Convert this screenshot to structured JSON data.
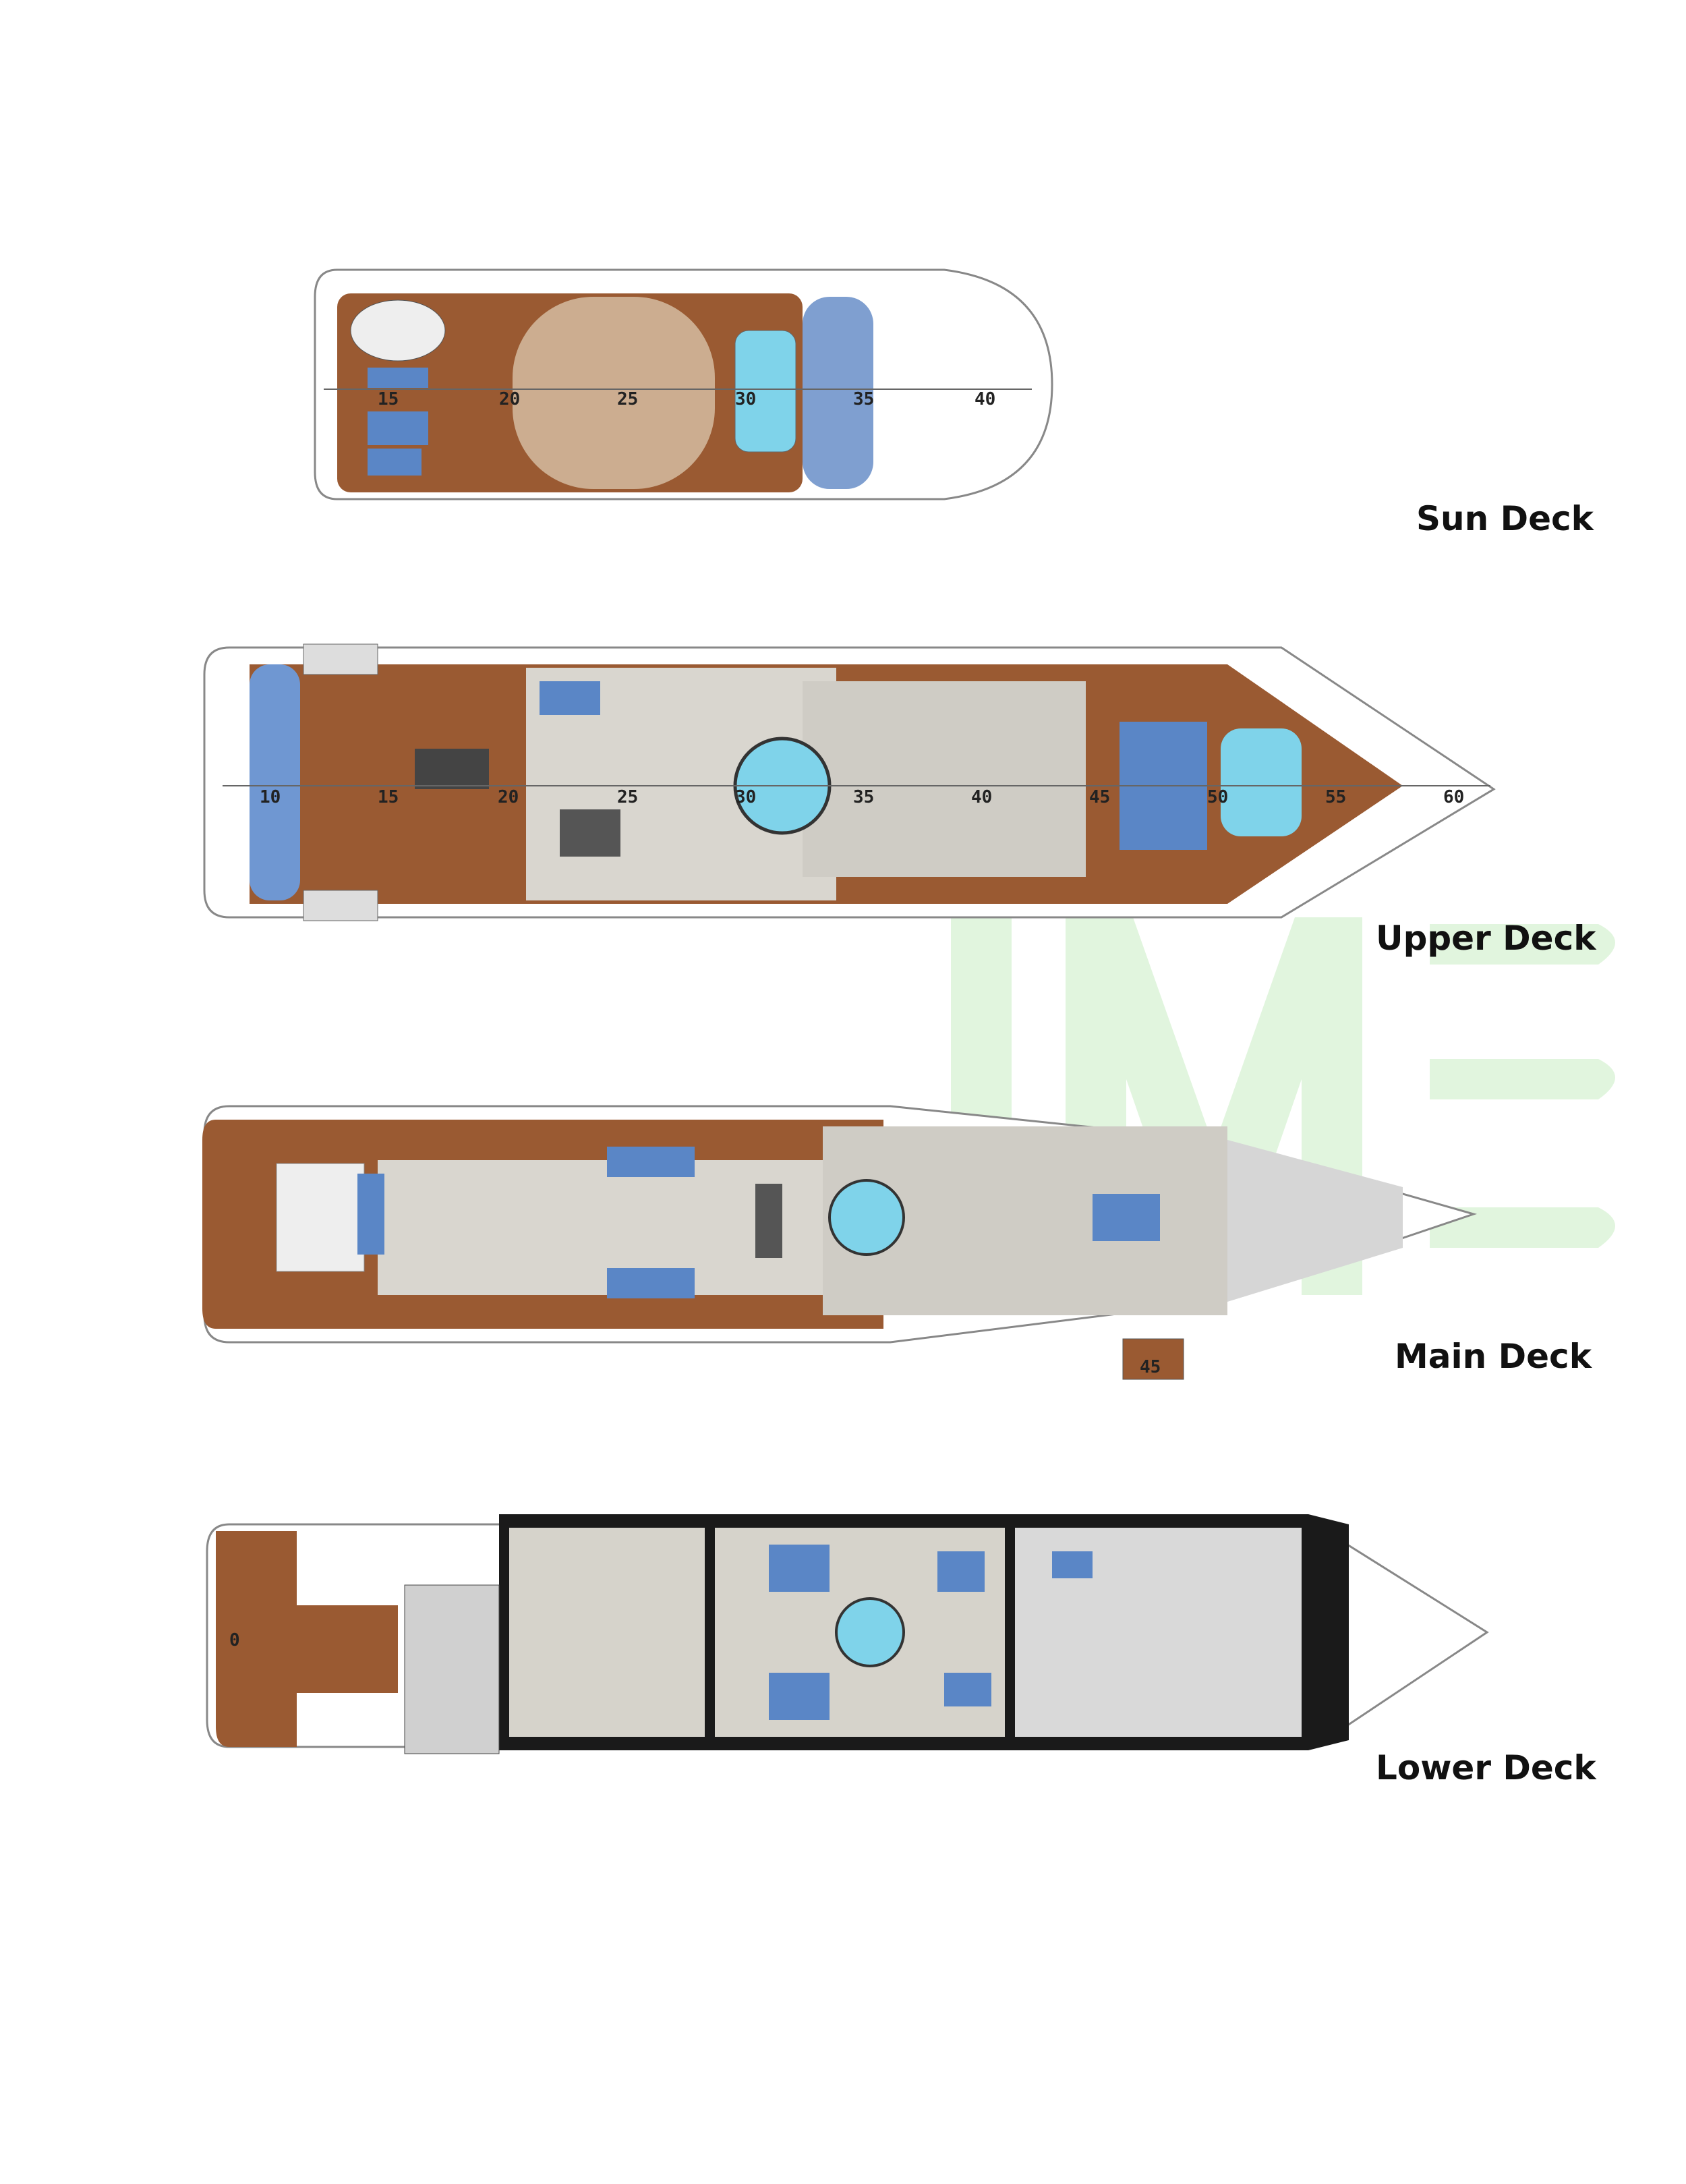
{
  "decks": [
    {
      "name": "Sun Deck",
      "stations": [
        "15",
        "20",
        "25",
        "30",
        "35",
        "40"
      ]
    },
    {
      "name": "Upper Deck",
      "stations": [
        "10",
        "15",
        "20",
        "25",
        "30",
        "35",
        "40",
        "45",
        "50",
        "55",
        "60"
      ]
    },
    {
      "name": "Main Deck",
      "stations": [
        "45"
      ]
    },
    {
      "name": "Lower Deck",
      "stations": [
        "0"
      ]
    }
  ],
  "watermark": "IME",
  "colors": {
    "wood": "#9a5a32",
    "interior": "#d9d6cf",
    "furniture": "#5a86c6",
    "pool": "#7fd3ea",
    "hull_dark": "#1a1a1a",
    "watermark": "#dcf3d8"
  }
}
